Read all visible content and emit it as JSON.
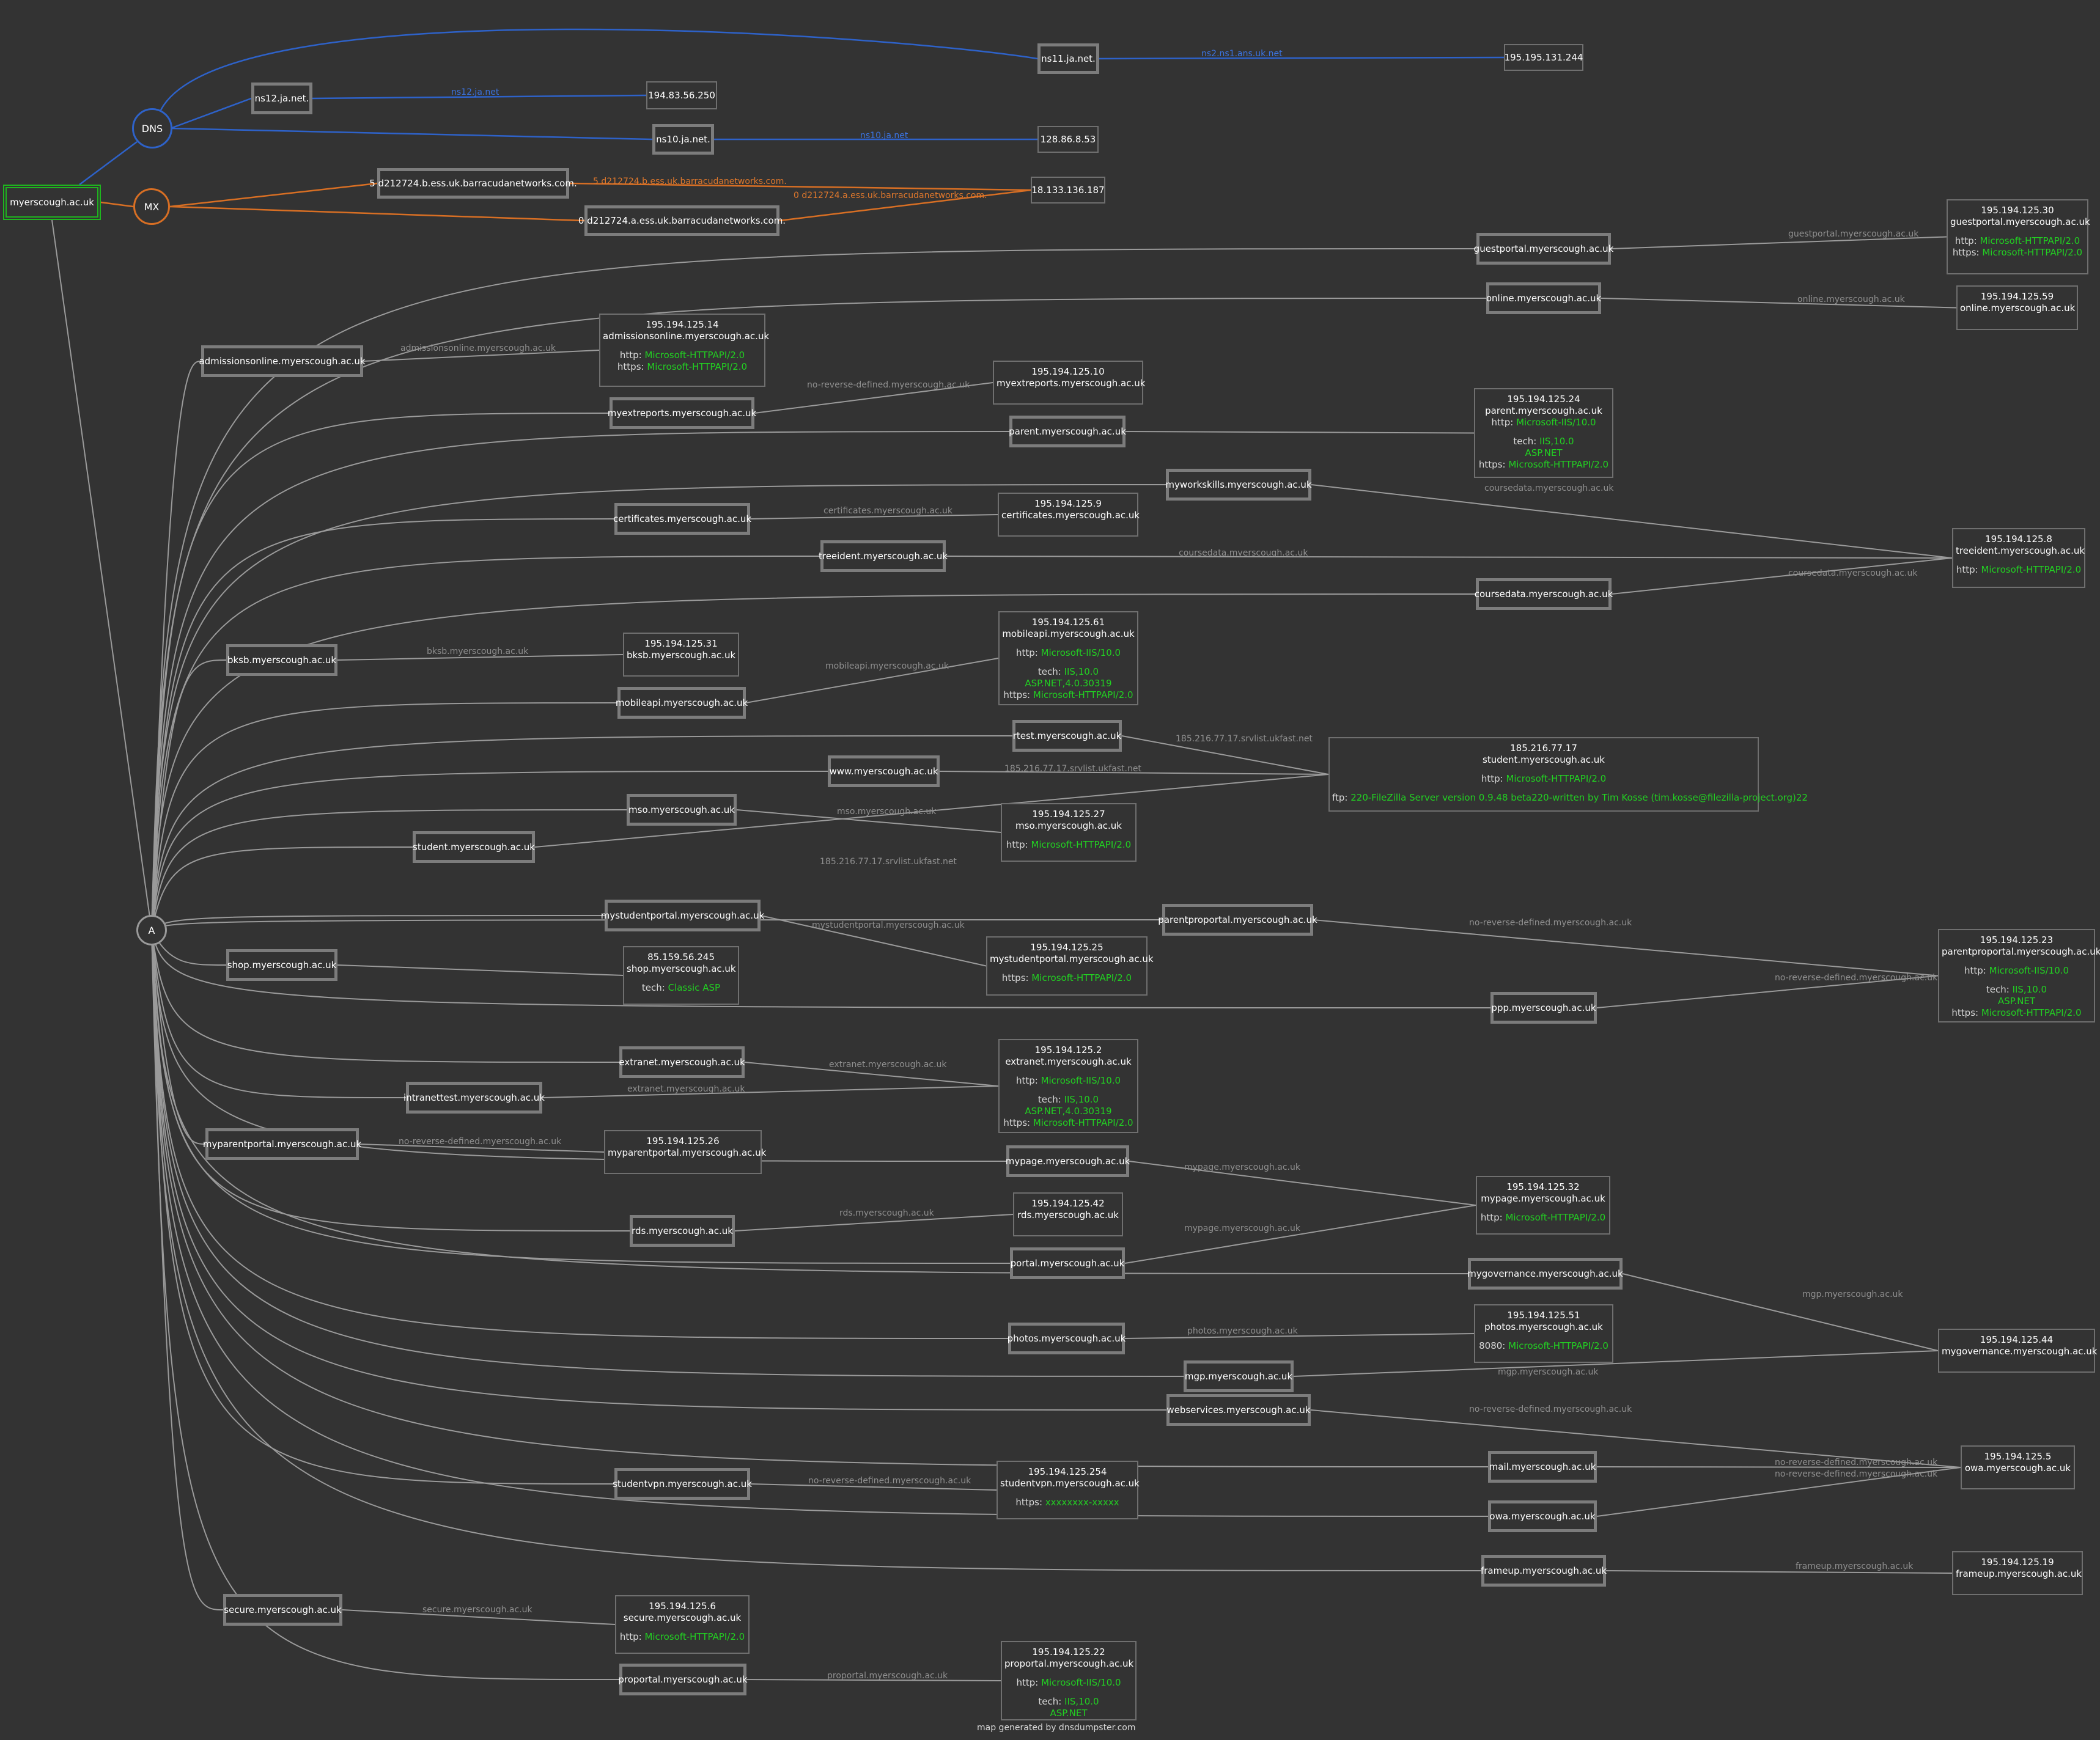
{
  "root": "myerscough.ac.uk",
  "footer": "map generated by dnsdumpster.com",
  "colors": {
    "background": "#333333",
    "dns": "#2e62c9",
    "mx": "#d86f24",
    "root": "#1fb51f",
    "value": "#22d022"
  },
  "groups": {
    "dns": "DNS",
    "mx": "MX",
    "a": "A"
  },
  "nodes": [
    {
      "id": "dnsnode",
      "kind": "circle",
      "cls": "dns",
      "label": "DNS"
    },
    {
      "id": "mxnode",
      "kind": "circle",
      "cls": "mx",
      "label": "MX"
    },
    {
      "id": "anode",
      "kind": "circle",
      "cls": "a",
      "label": "A"
    },
    {
      "id": "root",
      "kind": "host",
      "cls": "root",
      "label": "myerscough.ac.uk"
    },
    {
      "id": "ns11",
      "kind": "host",
      "label": "ns11.ja.net."
    },
    {
      "id": "ns12",
      "kind": "host",
      "label": "ns12.ja.net."
    },
    {
      "id": "ns10",
      "kind": "host",
      "label": "ns10.ja.net."
    },
    {
      "id": "ip_ns11",
      "kind": "ip",
      "lines": [
        "195.195.131.244"
      ]
    },
    {
      "id": "ip_ns12",
      "kind": "ip",
      "lines": [
        "194.83.56.250"
      ]
    },
    {
      "id": "ip_ns10",
      "kind": "ip",
      "lines": [
        "128.86.8.53"
      ]
    },
    {
      "id": "mx5",
      "kind": "host",
      "label": "5 d212724.b.ess.uk.barracudanetworks.com."
    },
    {
      "id": "mx0",
      "kind": "host",
      "label": "0 d212724.a.ess.uk.barracudanetworks.com."
    },
    {
      "id": "ip_mx",
      "kind": "ip",
      "lines": [
        "18.133.136.187"
      ]
    },
    {
      "id": "h_guestportal",
      "kind": "host",
      "label": "guestportal.myerscough.ac.uk"
    },
    {
      "id": "h_online",
      "kind": "host",
      "label": "online.myerscough.ac.uk"
    },
    {
      "id": "h_admissionsonline",
      "kind": "host",
      "label": "admissionsonline.myerscough.ac.uk"
    },
    {
      "id": "h_myextreports",
      "kind": "host",
      "label": "myextreports.myerscough.ac.uk"
    },
    {
      "id": "h_parent",
      "kind": "host",
      "label": "parent.myerscough.ac.uk"
    },
    {
      "id": "h_myworkskills",
      "kind": "host",
      "label": "myworkskills.myerscough.ac.uk"
    },
    {
      "id": "h_certificates",
      "kind": "host",
      "label": "certificates.myerscough.ac.uk"
    },
    {
      "id": "h_treeident",
      "kind": "host",
      "label": "treeident.myerscough.ac.uk"
    },
    {
      "id": "h_coursedata",
      "kind": "host",
      "label": "coursedata.myerscough.ac.uk"
    },
    {
      "id": "h_bksb",
      "kind": "host",
      "label": "bksb.myerscough.ac.uk"
    },
    {
      "id": "h_mobileapi",
      "kind": "host",
      "label": "mobileapi.myerscough.ac.uk"
    },
    {
      "id": "h_rtest",
      "kind": "host",
      "label": "rtest.myerscough.ac.uk"
    },
    {
      "id": "h_www",
      "kind": "host",
      "label": "www.myerscough.ac.uk"
    },
    {
      "id": "h_mso",
      "kind": "host",
      "label": "mso.myerscough.ac.uk"
    },
    {
      "id": "h_student",
      "kind": "host",
      "label": "student.myerscough.ac.uk"
    },
    {
      "id": "h_mystudentportal",
      "kind": "host",
      "label": "mystudentportal.myerscough.ac.uk"
    },
    {
      "id": "h_parentproportal",
      "kind": "host",
      "label": "parentproportal.myerscough.ac.uk"
    },
    {
      "id": "h_shop",
      "kind": "host",
      "label": "shop.myerscough.ac.uk"
    },
    {
      "id": "h_ppp",
      "kind": "host",
      "label": "ppp.myerscough.ac.uk"
    },
    {
      "id": "h_extranet",
      "kind": "host",
      "label": "extranet.myerscough.ac.uk"
    },
    {
      "id": "h_intranettest",
      "kind": "host",
      "label": "intranettest.myerscough.ac.uk"
    },
    {
      "id": "h_myparentportal",
      "kind": "host",
      "label": "myparentportal.myerscough.ac.uk"
    },
    {
      "id": "h_mypage",
      "kind": "host",
      "label": "mypage.myerscough.ac.uk"
    },
    {
      "id": "h_rds",
      "kind": "host",
      "label": "rds.myerscough.ac.uk"
    },
    {
      "id": "h_portal",
      "kind": "host",
      "label": "portal.myerscough.ac.uk"
    },
    {
      "id": "h_mygovernance",
      "kind": "host",
      "label": "mygovernance.myerscough.ac.uk"
    },
    {
      "id": "h_photos",
      "kind": "host",
      "label": "photos.myerscough.ac.uk"
    },
    {
      "id": "h_mgp",
      "kind": "host",
      "label": "mgp.myerscough.ac.uk"
    },
    {
      "id": "h_webservices",
      "kind": "host",
      "label": "webservices.myerscough.ac.uk"
    },
    {
      "id": "h_mail",
      "kind": "host",
      "label": "mail.myerscough.ac.uk"
    },
    {
      "id": "h_studentvpn",
      "kind": "host",
      "label": "studentvpn.myerscough.ac.uk"
    },
    {
      "id": "h_owa",
      "kind": "host",
      "label": "owa.myerscough.ac.uk"
    },
    {
      "id": "h_frameup",
      "kind": "host",
      "label": "frameup.myerscough.ac.uk"
    },
    {
      "id": "h_secure",
      "kind": "host",
      "label": "secure.myerscough.ac.uk"
    },
    {
      "id": "h_proportal",
      "kind": "host",
      "label": "proportal.myerscough.ac.uk"
    },
    {
      "id": "ip_guestportal",
      "kind": "ip",
      "lines": [
        "195.194.125.30",
        "guestportal.myerscough.ac.uk",
        "",
        "http: |Microsoft-HTTPAPI/2.0",
        "https: |Microsoft-HTTPAPI/2.0"
      ]
    },
    {
      "id": "ip_online",
      "kind": "ip",
      "lines": [
        "195.194.125.59",
        "online.myerscough.ac.uk"
      ]
    },
    {
      "id": "ip_admissionsonline",
      "kind": "ip",
      "lines": [
        "195.194.125.14",
        "admissionsonline.myerscough.ac.uk",
        "",
        "http: |Microsoft-HTTPAPI/2.0",
        "https: |Microsoft-HTTPAPI/2.0"
      ]
    },
    {
      "id": "ip_myextreports",
      "kind": "ip",
      "lines": [
        "195.194.125.10",
        "myextreports.myerscough.ac.uk"
      ]
    },
    {
      "id": "ip_parent",
      "kind": "ip",
      "lines": [
        "195.194.125.24",
        "parent.myerscough.ac.uk",
        "http: |Microsoft-IIS/10.0",
        "",
        "tech: |IIS,10.0",
        "|ASP.NET",
        "https: |Microsoft-HTTPAPI/2.0"
      ]
    },
    {
      "id": "ip_certificates",
      "kind": "ip",
      "lines": [
        "195.194.125.9",
        "certificates.myerscough.ac.uk"
      ]
    },
    {
      "id": "ip_treeident",
      "kind": "ip",
      "lines": [
        "195.194.125.8",
        "treeident.myerscough.ac.uk",
        "",
        "http: |Microsoft-HTTPAPI/2.0"
      ]
    },
    {
      "id": "ip_bksb",
      "kind": "ip",
      "lines": [
        "195.194.125.31",
        "bksb.myerscough.ac.uk"
      ]
    },
    {
      "id": "ip_mobileapi",
      "kind": "ip",
      "lines": [
        "195.194.125.61",
        "mobileapi.myerscough.ac.uk",
        "",
        "http: |Microsoft-IIS/10.0",
        "",
        "tech: |IIS,10.0",
        "|ASP.NET,4.0.30319",
        "https: |Microsoft-HTTPAPI/2.0"
      ]
    },
    {
      "id": "ip_student",
      "kind": "ip",
      "lines": [
        "185.216.77.17",
        "student.myerscough.ac.uk",
        "",
        "http: |Microsoft-HTTPAPI/2.0",
        "",
        "ftp: |220-FileZilla Server version 0.9.48 beta220-written by Tim Kosse (tim.kosse@filezilla-project.org)22"
      ]
    },
    {
      "id": "ip_mso",
      "kind": "ip",
      "lines": [
        "195.194.125.27",
        "mso.myerscough.ac.uk",
        "",
        "http: |Microsoft-HTTPAPI/2.0"
      ]
    },
    {
      "id": "ip_mystudentportal",
      "kind": "ip",
      "lines": [
        "195.194.125.25",
        "mystudentportal.myerscough.ac.uk",
        "",
        "https: |Microsoft-HTTPAPI/2.0"
      ]
    },
    {
      "id": "ip_shop",
      "kind": "ip",
      "lines": [
        "85.159.56.245",
        "shop.myerscough.ac.uk",
        "",
        "tech: |Classic ASP"
      ]
    },
    {
      "id": "ip_parentproportal",
      "kind": "ip",
      "lines": [
        "195.194.125.23",
        "parentproportal.myerscough.ac.uk",
        "",
        "http: |Microsoft-IIS/10.0",
        "",
        "tech: |IIS,10.0",
        "|ASP.NET",
        "https: |Microsoft-HTTPAPI/2.0"
      ]
    },
    {
      "id": "ip_extranet",
      "kind": "ip",
      "lines": [
        "195.194.125.2",
        "extranet.myerscough.ac.uk",
        "",
        "http: |Microsoft-IIS/10.0",
        "",
        "tech: |IIS,10.0",
        "|ASP.NET,4.0.30319",
        "https: |Microsoft-HTTPAPI/2.0"
      ]
    },
    {
      "id": "ip_myparentportal",
      "kind": "ip",
      "lines": [
        "195.194.125.26",
        "myparentportal.myerscough.ac.uk"
      ]
    },
    {
      "id": "ip_mypage",
      "kind": "ip",
      "lines": [
        "195.194.125.32",
        "mypage.myerscough.ac.uk",
        "",
        "http: |Microsoft-HTTPAPI/2.0"
      ]
    },
    {
      "id": "ip_rds",
      "kind": "ip",
      "lines": [
        "195.194.125.42",
        "rds.myerscough.ac.uk"
      ]
    },
    {
      "id": "ip_photos",
      "kind": "ip",
      "lines": [
        "195.194.125.51",
        "photos.myerscough.ac.uk",
        "",
        "8080: |Microsoft-HTTPAPI/2.0"
      ]
    },
    {
      "id": "ip_mygovernance",
      "kind": "ip",
      "lines": [
        "195.194.125.44",
        "mygovernance.myerscough.ac.uk"
      ]
    },
    {
      "id": "ip_owa",
      "kind": "ip",
      "lines": [
        "195.194.125.5",
        "owa.myerscough.ac.uk"
      ]
    },
    {
      "id": "ip_studentvpn",
      "kind": "ip",
      "lines": [
        "195.194.125.254",
        "studentvpn.myerscough.ac.uk",
        "",
        "https: |xxxxxxxx-xxxxx"
      ]
    },
    {
      "id": "ip_frameup",
      "kind": "ip",
      "lines": [
        "195.194.125.19",
        "frameup.myerscough.ac.uk"
      ]
    },
    {
      "id": "ip_secure",
      "kind": "ip",
      "lines": [
        "195.194.125.6",
        "secure.myerscough.ac.uk",
        "",
        "http: |Microsoft-HTTPAPI/2.0"
      ]
    },
    {
      "id": "ip_proportal",
      "kind": "ip",
      "lines": [
        "195.194.125.22",
        "proportal.myerscough.ac.uk",
        "",
        "http: |Microsoft-IIS/10.0",
        "",
        "tech: |IIS,10.0",
        "|ASP.NET"
      ]
    }
  ],
  "edges": [
    {
      "from": "root",
      "to": "dnsnode",
      "type": "dns",
      "label": ""
    },
    {
      "from": "root",
      "to": "mxnode",
      "type": "mx",
      "label": ""
    },
    {
      "from": "root",
      "to": "anode",
      "type": "a",
      "label": ""
    },
    {
      "from": "dnsnode",
      "to": "ns11",
      "type": "dns",
      "label": ""
    },
    {
      "from": "dnsnode",
      "to": "ns12",
      "type": "dns",
      "label": ""
    },
    {
      "from": "dnsnode",
      "to": "ns10",
      "type": "dns",
      "label": ""
    },
    {
      "from": "ns11",
      "to": "ip_ns11",
      "type": "dns",
      "label": "ns2.ns1.ans.uk.net"
    },
    {
      "from": "ns12",
      "to": "ip_ns12",
      "type": "dns",
      "label": "ns12.ja.net"
    },
    {
      "from": "ns10",
      "to": "ip_ns10",
      "type": "dns",
      "label": "ns10.ja.net"
    },
    {
      "from": "mxnode",
      "to": "mx5",
      "type": "mx",
      "label": ""
    },
    {
      "from": "mxnode",
      "to": "mx0",
      "type": "mx",
      "label": ""
    },
    {
      "from": "mx5",
      "to": "ip_mx",
      "type": "mx",
      "label": "5 d212724.b.ess.uk.barracudanetworks.com."
    },
    {
      "from": "mx0",
      "to": "ip_mx",
      "type": "mx",
      "label": "0 d212724.a.ess.uk.barracudanetworks.com."
    },
    {
      "from": "anode",
      "to": "h_guestportal",
      "type": "a",
      "label": ""
    },
    {
      "from": "anode",
      "to": "h_online",
      "type": "a",
      "label": ""
    },
    {
      "from": "anode",
      "to": "h_admissionsonline",
      "type": "a",
      "label": ""
    },
    {
      "from": "anode",
      "to": "h_myextreports",
      "type": "a",
      "label": ""
    },
    {
      "from": "anode",
      "to": "h_parent",
      "type": "a",
      "label": ""
    },
    {
      "from": "anode",
      "to": "h_myworkskills",
      "type": "a",
      "label": ""
    },
    {
      "from": "anode",
      "to": "h_certificates",
      "type": "a",
      "label": ""
    },
    {
      "from": "anode",
      "to": "h_treeident",
      "type": "a",
      "label": ""
    },
    {
      "from": "anode",
      "to": "h_coursedata",
      "type": "a",
      "label": ""
    },
    {
      "from": "anode",
      "to": "h_bksb",
      "type": "a",
      "label": ""
    },
    {
      "from": "anode",
      "to": "h_mobileapi",
      "type": "a",
      "label": ""
    },
    {
      "from": "anode",
      "to": "h_rtest",
      "type": "a",
      "label": ""
    },
    {
      "from": "anode",
      "to": "h_www",
      "type": "a",
      "label": ""
    },
    {
      "from": "anode",
      "to": "h_mso",
      "type": "a",
      "label": ""
    },
    {
      "from": "anode",
      "to": "h_student",
      "type": "a",
      "label": ""
    },
    {
      "from": "anode",
      "to": "h_mystudentportal",
      "type": "a",
      "label": ""
    },
    {
      "from": "anode",
      "to": "h_parentproportal",
      "type": "a",
      "label": ""
    },
    {
      "from": "anode",
      "to": "h_shop",
      "type": "a",
      "label": ""
    },
    {
      "from": "anode",
      "to": "h_ppp",
      "type": "a",
      "label": ""
    },
    {
      "from": "anode",
      "to": "h_extranet",
      "type": "a",
      "label": ""
    },
    {
      "from": "anode",
      "to": "h_intranettest",
      "type": "a",
      "label": ""
    },
    {
      "from": "anode",
      "to": "h_myparentportal",
      "type": "a",
      "label": ""
    },
    {
      "from": "anode",
      "to": "h_mypage",
      "type": "a",
      "label": ""
    },
    {
      "from": "anode",
      "to": "h_rds",
      "type": "a",
      "label": ""
    },
    {
      "from": "anode",
      "to": "h_portal",
      "type": "a",
      "label": ""
    },
    {
      "from": "anode",
      "to": "h_mygovernance",
      "type": "a",
      "label": ""
    },
    {
      "from": "anode",
      "to": "h_photos",
      "type": "a",
      "label": ""
    },
    {
      "from": "anode",
      "to": "h_mgp",
      "type": "a",
      "label": ""
    },
    {
      "from": "anode",
      "to": "h_webservices",
      "type": "a",
      "label": ""
    },
    {
      "from": "anode",
      "to": "h_mail",
      "type": "a",
      "label": ""
    },
    {
      "from": "anode",
      "to": "h_studentvpn",
      "type": "a",
      "label": ""
    },
    {
      "from": "anode",
      "to": "h_owa",
      "type": "a",
      "label": ""
    },
    {
      "from": "anode",
      "to": "h_frameup",
      "type": "a",
      "label": ""
    },
    {
      "from": "anode",
      "to": "h_secure",
      "type": "a",
      "label": ""
    },
    {
      "from": "anode",
      "to": "h_proportal",
      "type": "a",
      "label": ""
    },
    {
      "from": "h_guestportal",
      "to": "ip_guestportal",
      "type": "a",
      "label": "guestportal.myerscough.ac.uk"
    },
    {
      "from": "h_online",
      "to": "ip_online",
      "type": "a",
      "label": "online.myerscough.ac.uk"
    },
    {
      "from": "h_admissionsonline",
      "to": "ip_admissionsonline",
      "type": "a",
      "label": "admissionsonline.myerscough.ac.uk"
    },
    {
      "from": "h_myextreports",
      "to": "ip_myextreports",
      "type": "a",
      "label": "no-reverse-defined.myerscough.ac.uk"
    },
    {
      "from": "h_parent",
      "to": "ip_parent",
      "type": "a",
      "label": ""
    },
    {
      "from": "h_myworkskills",
      "to": "ip_treeident",
      "type": "a",
      "label": "coursedata.myerscough.ac.uk"
    },
    {
      "from": "h_certificates",
      "to": "ip_certificates",
      "type": "a",
      "label": "certificates.myerscough.ac.uk"
    },
    {
      "from": "h_treeident",
      "to": "ip_treeident",
      "type": "a",
      "label": "coursedata.myerscough.ac.uk"
    },
    {
      "from": "h_coursedata",
      "to": "ip_treeident",
      "type": "a",
      "label": "coursedata.myerscough.ac.uk"
    },
    {
      "from": "h_bksb",
      "to": "ip_bksb",
      "type": "a",
      "label": "bksb.myerscough.ac.uk"
    },
    {
      "from": "h_mobileapi",
      "to": "ip_mobileapi",
      "type": "a",
      "label": "mobileapi.myerscough.ac.uk"
    },
    {
      "from": "h_rtest",
      "to": "ip_student",
      "type": "a",
      "label": "185.216.77.17.srvlist.ukfast.net"
    },
    {
      "from": "h_www",
      "to": "ip_student",
      "type": "a",
      "label": "185.216.77.17.srvlist.ukfast.net"
    },
    {
      "from": "h_mso",
      "to": "ip_mso",
      "type": "a",
      "label": "mso.myerscough.ac.uk"
    },
    {
      "from": "h_student",
      "to": "ip_student",
      "type": "a",
      "label": "185.216.77.17.srvlist.ukfast.net"
    },
    {
      "from": "h_mystudentportal",
      "to": "ip_mystudentportal",
      "type": "a",
      "label": "mystudentportal.myerscough.ac.uk"
    },
    {
      "from": "h_parentproportal",
      "to": "ip_parentproportal",
      "type": "a",
      "label": "no-reverse-defined.myerscough.ac.uk"
    },
    {
      "from": "h_shop",
      "to": "ip_shop",
      "type": "a",
      "label": ""
    },
    {
      "from": "h_ppp",
      "to": "ip_parentproportal",
      "type": "a",
      "label": "no-reverse-defined.myerscough.ac.uk"
    },
    {
      "from": "h_extranet",
      "to": "ip_extranet",
      "type": "a",
      "label": "extranet.myerscough.ac.uk"
    },
    {
      "from": "h_intranettest",
      "to": "ip_extranet",
      "type": "a",
      "label": "extranet.myerscough.ac.uk"
    },
    {
      "from": "h_myparentportal",
      "to": "ip_myparentportal",
      "type": "a",
      "label": "no-reverse-defined.myerscough.ac.uk"
    },
    {
      "from": "h_mypage",
      "to": "ip_mypage",
      "type": "a",
      "label": "mypage.myerscough.ac.uk"
    },
    {
      "from": "h_rds",
      "to": "ip_rds",
      "type": "a",
      "label": "rds.myerscough.ac.uk"
    },
    {
      "from": "h_portal",
      "to": "ip_mypage",
      "type": "a",
      "label": "mypage.myerscough.ac.uk"
    },
    {
      "from": "h_mygovernance",
      "to": "ip_mygovernance",
      "type": "a",
      "label": "mgp.myerscough.ac.uk"
    },
    {
      "from": "h_photos",
      "to": "ip_photos",
      "type": "a",
      "label": "photos.myerscough.ac.uk"
    },
    {
      "from": "h_mgp",
      "to": "ip_mygovernance",
      "type": "a",
      "label": "mgp.myerscough.ac.uk"
    },
    {
      "from": "h_webservices",
      "to": "ip_owa",
      "type": "a",
      "label": "no-reverse-defined.myerscough.ac.uk"
    },
    {
      "from": "h_mail",
      "to": "ip_owa",
      "type": "a",
      "label": "no-reverse-defined.myerscough.ac.uk"
    },
    {
      "from": "h_owa",
      "to": "ip_owa",
      "type": "a",
      "label": "no-reverse-defined.myerscough.ac.uk"
    },
    {
      "from": "h_studentvpn",
      "to": "ip_studentvpn",
      "type": "a",
      "label": "no-reverse-defined.myerscough.ac.uk"
    },
    {
      "from": "h_frameup",
      "to": "ip_frameup",
      "type": "a",
      "label": "frameup.myerscough.ac.uk"
    },
    {
      "from": "h_secure",
      "to": "ip_secure",
      "type": "a",
      "label": "secure.myerscough.ac.uk"
    },
    {
      "from": "h_proportal",
      "to": "ip_proportal",
      "type": "a",
      "label": "proportal.myerscough.ac.uk"
    }
  ]
}
